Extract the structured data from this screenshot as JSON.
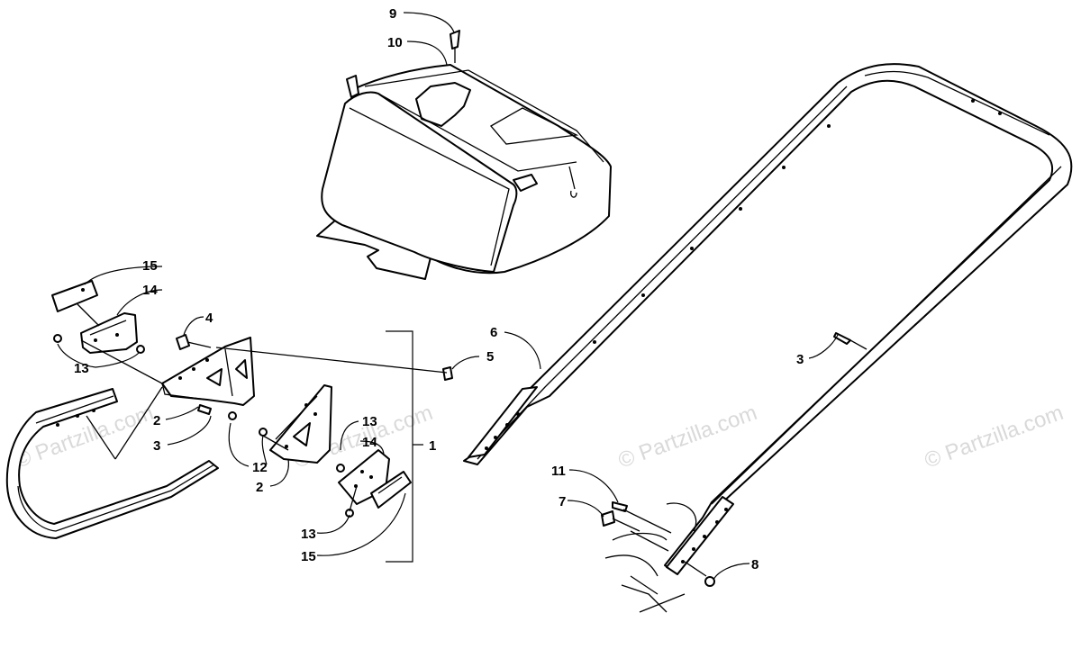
{
  "watermark": "© Partzilla.com",
  "callouts": {
    "c1": "1",
    "c2a": "2",
    "c2b": "2",
    "c3a": "3",
    "c3b": "3",
    "c4": "4",
    "c5": "5",
    "c6": "6",
    "c7": "7",
    "c8": "8",
    "c9": "9",
    "c10": "10",
    "c11": "11",
    "c12": "12",
    "c13a": "13",
    "c13b": "13",
    "c13c": "13",
    "c14a": "14",
    "c14b": "14",
    "c15a": "15",
    "c15b": "15"
  },
  "colors": {
    "ink": "#000000",
    "paper": "#ffffff",
    "watermark": "#d9d9d9"
  }
}
